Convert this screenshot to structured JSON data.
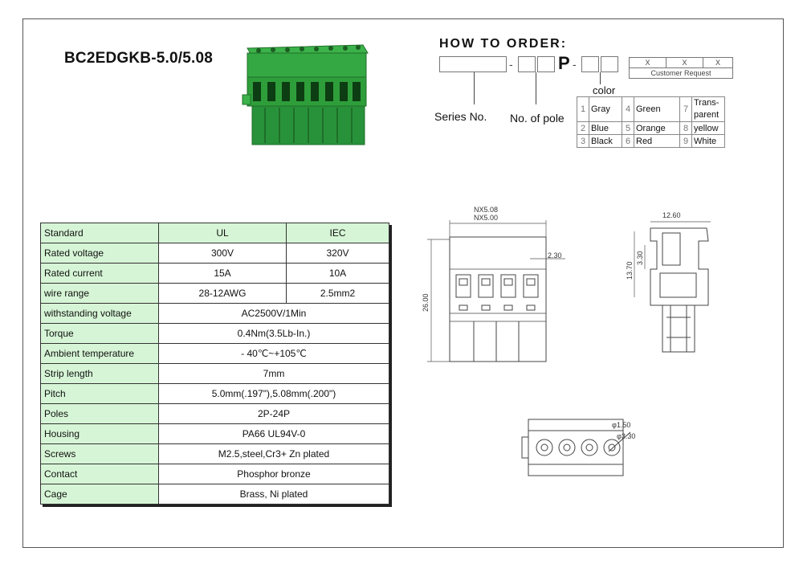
{
  "model": "BC2EDGKB-5.0/5.08",
  "order": {
    "title": "HOW TO ORDER:",
    "p_letter": "P",
    "dash": "-",
    "x_marks": [
      "X",
      "X",
      "X"
    ],
    "customer_request": "Customer Request",
    "series_label": "Series No.",
    "pole_label": "No. of pole",
    "color_label": "color",
    "colors": [
      [
        {
          "n": "1",
          "name": "Gray"
        },
        {
          "n": "4",
          "name": "Green"
        },
        {
          "n": "7",
          "name": "Trans-\nparent"
        }
      ],
      [
        {
          "n": "2",
          "name": "Blue"
        },
        {
          "n": "5",
          "name": "Orange"
        },
        {
          "n": "8",
          "name": "yellow"
        }
      ],
      [
        {
          "n": "3",
          "name": "Black"
        },
        {
          "n": "6",
          "name": "Red"
        },
        {
          "n": "9",
          "name": "White"
        }
      ]
    ],
    "connector_color": "#2e9e3a"
  },
  "specs": {
    "header": {
      "label": "Standard",
      "ul": "UL",
      "iec": "IEC"
    },
    "split_rows": [
      {
        "label": "Rated voltage",
        "ul": "300V",
        "iec": "320V"
      },
      {
        "label": "Rated current",
        "ul": "15A",
        "iec": "10A"
      },
      {
        "label": "wire range",
        "ul": "28-12AWG",
        "iec": "2.5mm2"
      }
    ],
    "rows": [
      {
        "label": "withstanding voltage",
        "value": "AC2500V/1Min"
      },
      {
        "label": "Torque",
        "value": "0.4Nm(3.5Lb-In.)"
      },
      {
        "label": "Ambient temperature",
        "value": "- 40℃~+105℃"
      },
      {
        "label": "Strip length",
        "value": "7mm"
      },
      {
        "label": "Pitch",
        "value": "5.0mm(.197\"),5.08mm(.200\")"
      },
      {
        "label": "Poles",
        "value": "2P-24P"
      },
      {
        "label": "Housing",
        "value": "PA66 UL94V-0"
      },
      {
        "label": "Screws",
        "value": "M2.5,steel,Cr3+ Zn plated"
      },
      {
        "label": "Contact",
        "value": "Phosphor bronze"
      },
      {
        "label": "Cage",
        "value": "Brass, Ni plated"
      }
    ],
    "accent": "#d6f5d6"
  },
  "dims": {
    "front_top1": "NX5.08",
    "front_top2": "NX5.00",
    "front_pitch": "2.30",
    "front_height": "26.00",
    "side_width": "12.60",
    "side_h1": "13.70",
    "side_h2": "3.30",
    "bottom_d1": "φ1.50",
    "bottom_d2": "φ3.30"
  }
}
